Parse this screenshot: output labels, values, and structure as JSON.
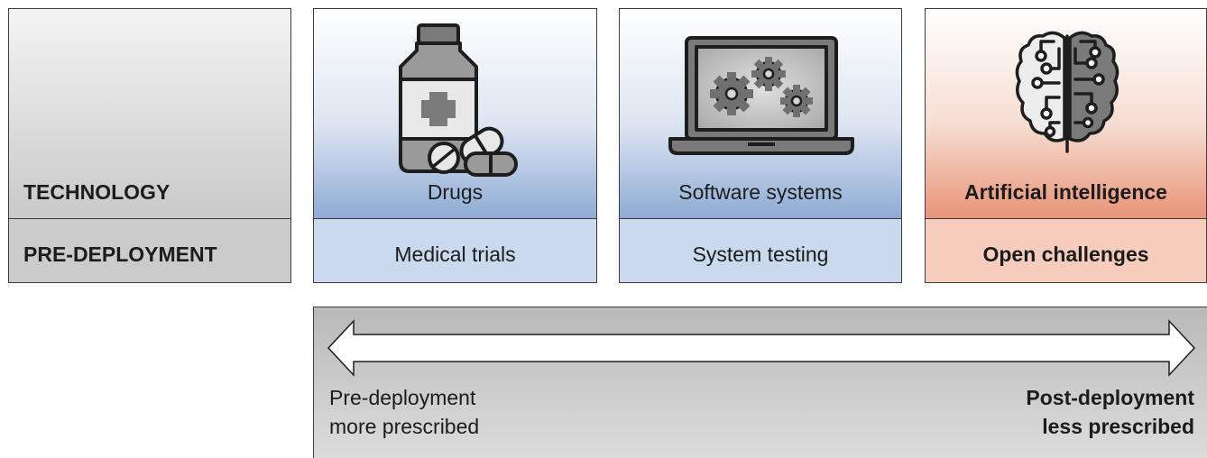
{
  "rows": {
    "technology": "TECHNOLOGY",
    "pre_deployment": "PRE-DEPLOYMENT"
  },
  "columns": [
    {
      "technology": "Drugs",
      "pre_deployment": "Medical trials",
      "icon": "medicine-bottle-pills-icon"
    },
    {
      "technology": "Software systems",
      "pre_deployment": "System testing",
      "icon": "laptop-gears-icon"
    },
    {
      "technology": "Artificial intelligence",
      "pre_deployment": "Open challenges",
      "icon": "circuit-brain-icon"
    }
  ],
  "spectrum": {
    "left_line1": "Pre-deployment",
    "left_line2": "more prescribed",
    "right_line1": "Post-deployment",
    "right_line2": "less prescribed"
  },
  "colors": {
    "blue_accent": "#8eabd5",
    "blue_light": "#cbd9ee",
    "ai_accent": "#e99478",
    "ai_light": "#f6cdbd",
    "gray_light": "#cbcbcb",
    "icon_gray": "#7a7a7a"
  }
}
